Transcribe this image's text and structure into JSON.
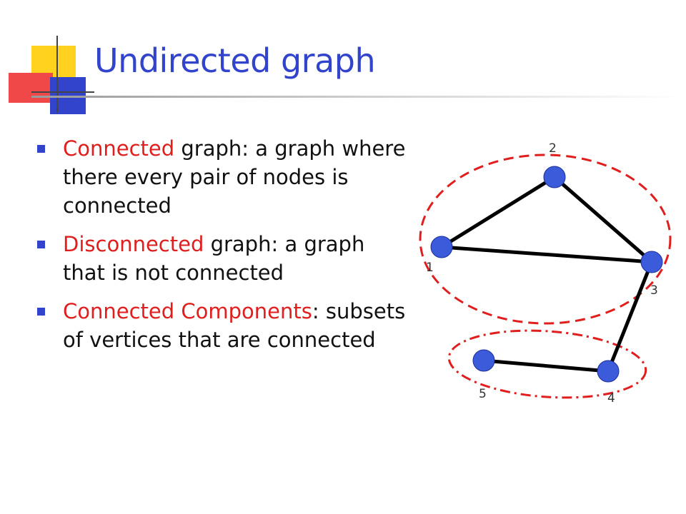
{
  "slide": {
    "title": "Undirected graph",
    "accent_color": "#3344cc",
    "highlight_color": "#e01e1e"
  },
  "bullets": [
    {
      "term": "Connected",
      "rest": " graph: a graph where there every pair of nodes is connected"
    },
    {
      "term": "Disconnected",
      "rest": " graph: a graph that is not connected"
    },
    {
      "term": "Connected Components",
      "rest": ": subsets of vertices that are connected"
    }
  ],
  "graph": {
    "node_labels": [
      "1",
      "2",
      "3",
      "4",
      "5"
    ],
    "edges": [
      [
        "1",
        "2"
      ],
      [
        "1",
        "3"
      ],
      [
        "2",
        "3"
      ],
      [
        "3",
        "4"
      ],
      [
        "4",
        "5"
      ]
    ],
    "components": [
      [
        "1",
        "2",
        "3"
      ],
      [
        "4",
        "5"
      ]
    ],
    "node_color": "#3b5bdb",
    "boundary_color": "#e01e1e"
  }
}
